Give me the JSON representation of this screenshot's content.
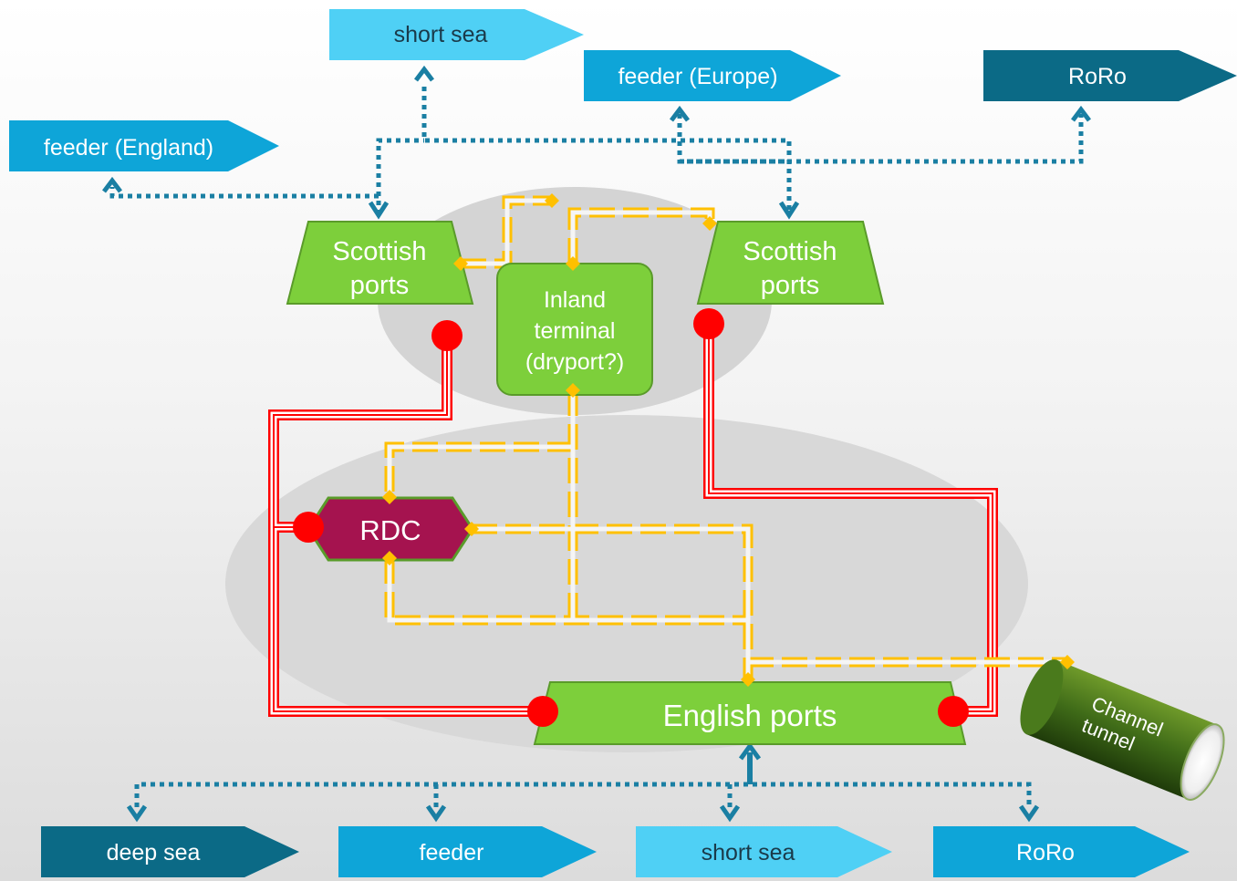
{
  "colors": {
    "background": "#eeeeee",
    "region": "#d4d4d4",
    "port_green": "#7dcf3b",
    "port_border": "#5a9b2a",
    "rdc_fill": "#a5134f",
    "rail_red": "#ff0000",
    "road_yellow": "#ffc000",
    "sea_link_blue": "#1a7fa3",
    "flag_cyan": "#4fd0f5",
    "flag_blue": "#0ea5d8",
    "flag_dark": "#0b6a86",
    "tunnel_green": "#3f6b18"
  },
  "flags": {
    "top_shortsea": "short sea",
    "top_feeder_europe": "feeder (Europe)",
    "top_roro": "RoRo",
    "top_feeder_england": "feeder (England)",
    "bottom_deepsea": "deep sea",
    "bottom_feeder": "feeder",
    "bottom_shortsea": "short sea",
    "bottom_roro": "RoRo"
  },
  "nodes": {
    "scottish_ports_left": [
      "Scottish",
      "ports"
    ],
    "scottish_ports_right": [
      "Scottish",
      "ports"
    ],
    "inland_terminal": [
      "Inland",
      "terminal",
      "(dryport?)"
    ],
    "rdc": "RDC",
    "english_ports": "English ports",
    "channel_tunnel": [
      "Channel",
      "tunnel"
    ]
  }
}
